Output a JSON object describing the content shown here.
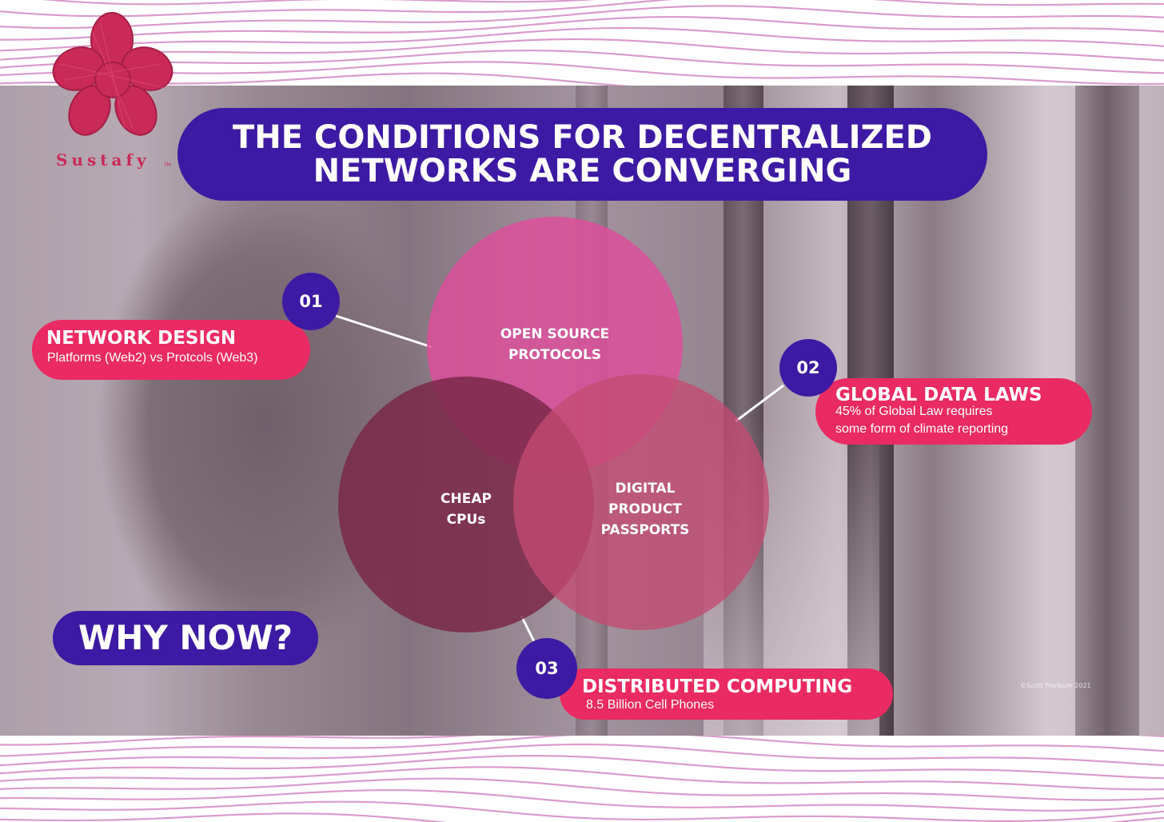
{
  "brand": {
    "name": "Sustafy",
    "tm": "TM"
  },
  "title": {
    "line1": "THE CONDITIONS FOR DECENTRALIZED",
    "line2": "NETWORKS ARE CONVERGING"
  },
  "venn": {
    "top": "OPEN SOURCE\nPROTOCOLS",
    "left": "CHEAP\nCPUs",
    "right": "DIGITAL\nPRODUCT\nPASSPORTS"
  },
  "conditions": [
    {
      "number": "01",
      "title": "NETWORK DESIGN",
      "detail": "Platforms (Web2) vs Protcols (Web3)"
    },
    {
      "number": "02",
      "title": "GLOBAL DATA LAWS",
      "detail_line1": "45% of Global Law requires",
      "detail_line2": "some form of climate reporting"
    },
    {
      "number": "03",
      "title": "DISTRIBUTED COMPUTING",
      "detail": "8.5 Billion Cell Phones"
    }
  ],
  "why_now": "WHY NOW?",
  "credit": "©Scott Frankum 2021",
  "colors": {
    "accent_blue": "#3d1aa3",
    "accent_pink": "#ea2a62",
    "venn_top": "#dc4f9b",
    "venn_left": "#7a2848",
    "venn_right": "#c44a72",
    "wave": "#d99bcc",
    "logo": "#c92a57"
  }
}
